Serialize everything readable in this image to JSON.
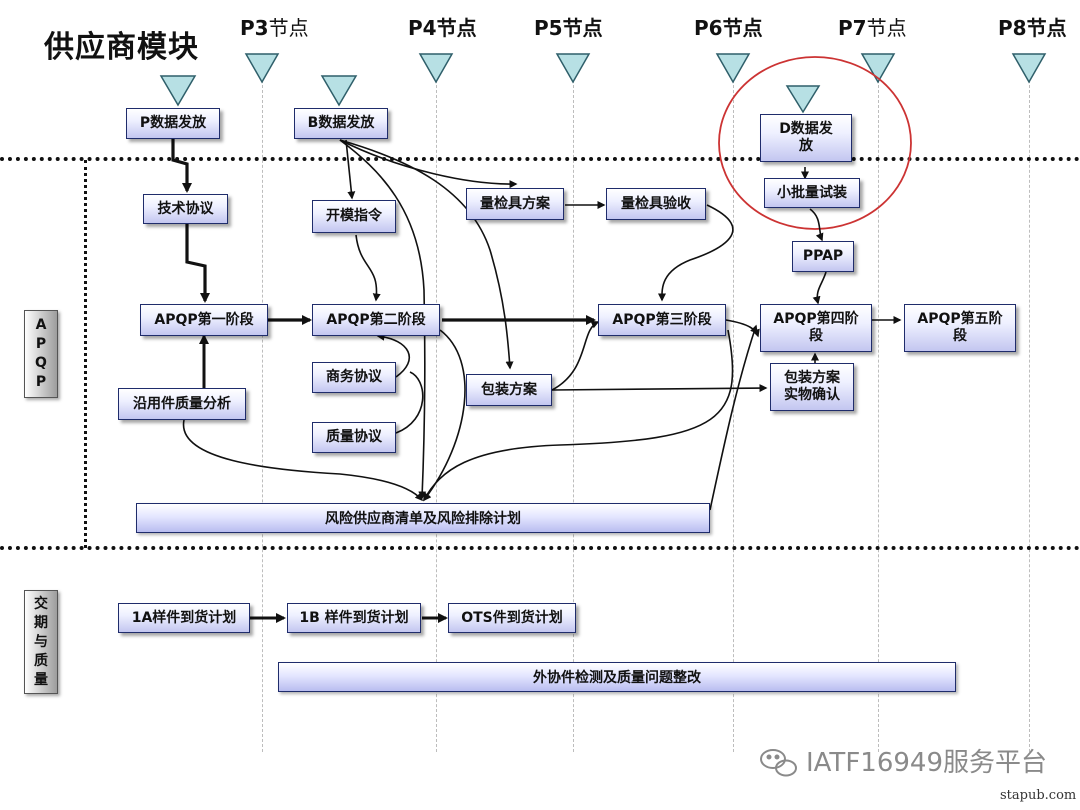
{
  "title": "供应商模块",
  "milestones": [
    {
      "id": "p3",
      "code": "P3",
      "suffix": "节点"
    },
    {
      "id": "p4",
      "code": "P4节点",
      "suffix": ""
    },
    {
      "id": "p5",
      "code": "P5节点",
      "suffix": ""
    },
    {
      "id": "p6",
      "code": "P6节点",
      "suffix": ""
    },
    {
      "id": "p7",
      "code": "P7",
      "suffix": "节点"
    },
    {
      "id": "p8",
      "code": "P8节点",
      "suffix": ""
    }
  ],
  "side_labels": {
    "apqp": "A\nP\nQ\nP",
    "delivery": "交\n期\n与\n质\n量"
  },
  "boxes": {
    "p_data_release": "P数据发放",
    "b_data_release": "B数据发放",
    "d_data_release": "D数据发\n放",
    "tech_agreement": "技术协议",
    "tooling_order": "开模指令",
    "gauge_plan": "量检具方案",
    "gauge_acceptance": "量检具验收",
    "small_batch_trial": "小批量试装",
    "ppap": "PPAP",
    "apqp_phase1": "APQP第一阶段",
    "apqp_phase2": "APQP第二阶段",
    "apqp_phase3": "APQP第三阶段",
    "apqp_phase4": "APQP第四阶\n段",
    "apqp_phase5": "APQP第五阶\n段",
    "business_agreement": "商务协议",
    "quality_agreement": "质量协议",
    "carryover_quality_analysis": "沿用件质量分析",
    "packaging_plan": "包装方案",
    "packaging_confirmation": "包装方案\n实物确认",
    "sample_1a": "1A样件到货计划",
    "sample_1b": "1B 样件到货计划",
    "ots_delivery": "OTS件到货计划"
  },
  "bars": {
    "risk_supplier_plan": "风险供应商清单及风险排除计划",
    "outsourced_inspection": "外协件检测及质量问题整改"
  },
  "watermark": "IATF16949服务平台",
  "site": "stapub.com",
  "colors": {
    "triangle_fill": "#b7e0e4",
    "highlight_circle": "#cc3333",
    "box_border": "#1f2c6b"
  }
}
